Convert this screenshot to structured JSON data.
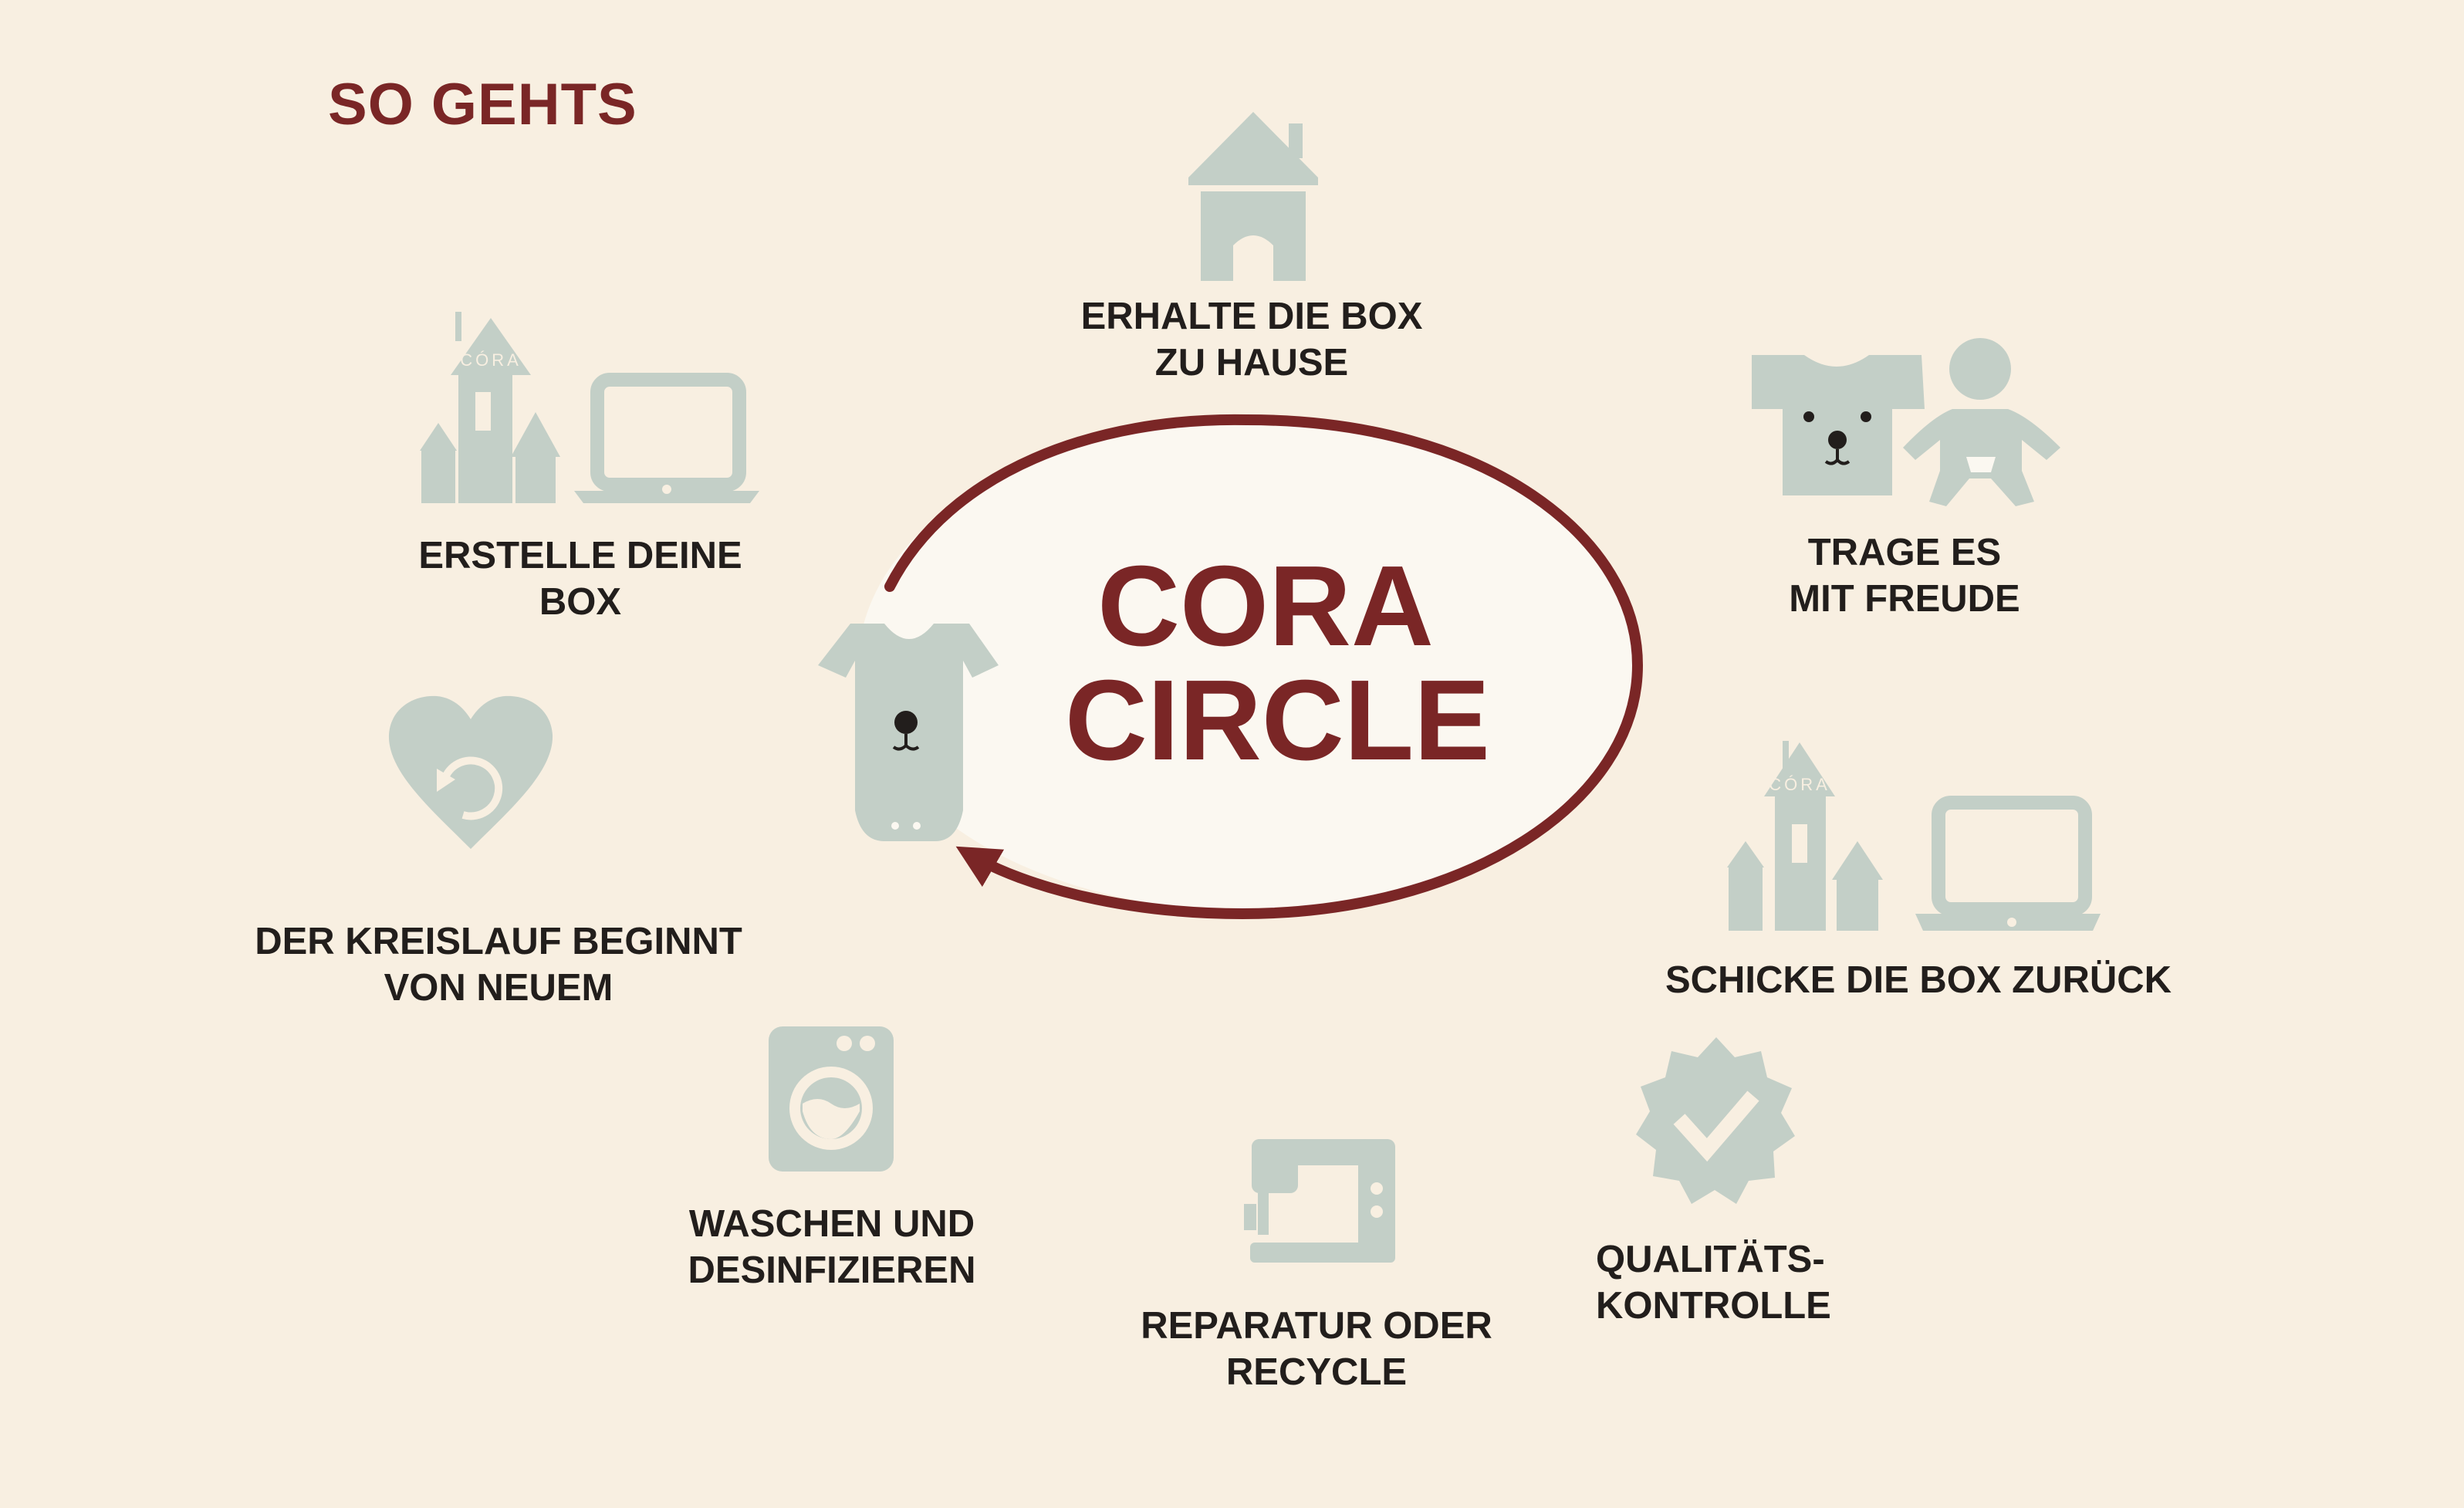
{
  "heading": "SO GEHTS",
  "center": {
    "line1": "CORA",
    "line2": "CIRCLE"
  },
  "icon_text": "CÓRA",
  "steps": [
    {
      "lines": [
        "ERHALTE DIE BOX",
        "ZU HAUSE"
      ],
      "icon": "house-icon"
    },
    {
      "lines": [
        "TRAGE ES",
        "MIT FREUDE"
      ],
      "icon": "shirt-and-baby-icon"
    },
    {
      "lines": [
        "SCHICKE DIE BOX ZURÜCK"
      ],
      "icon": "castle-and-laptop-icon"
    },
    {
      "lines": [
        "QUALITÄTS-",
        "KONTROLLE"
      ],
      "icon": "check-badge-icon"
    },
    {
      "lines": [
        "REPARATUR ODER",
        "RECYCLE"
      ],
      "icon": "sewing-machine-icon"
    },
    {
      "lines": [
        "WASCHEN UND",
        "DESINFIZIEREN"
      ],
      "icon": "washing-machine-icon"
    },
    {
      "lines": [
        "DER KREISLAUF BEGINNT",
        "VON NEUEM"
      ],
      "icon": "heart-refresh-icon"
    },
    {
      "lines": [
        "ERSTELLE DEINE",
        "BOX"
      ],
      "icon": "castle-and-laptop-icon"
    }
  ],
  "colors": {
    "background": "#f8efe1",
    "accent": "#7a2626",
    "text": "#221e1c",
    "icon": "#c3cfc7",
    "circle_fill": "#fbf8f1"
  }
}
